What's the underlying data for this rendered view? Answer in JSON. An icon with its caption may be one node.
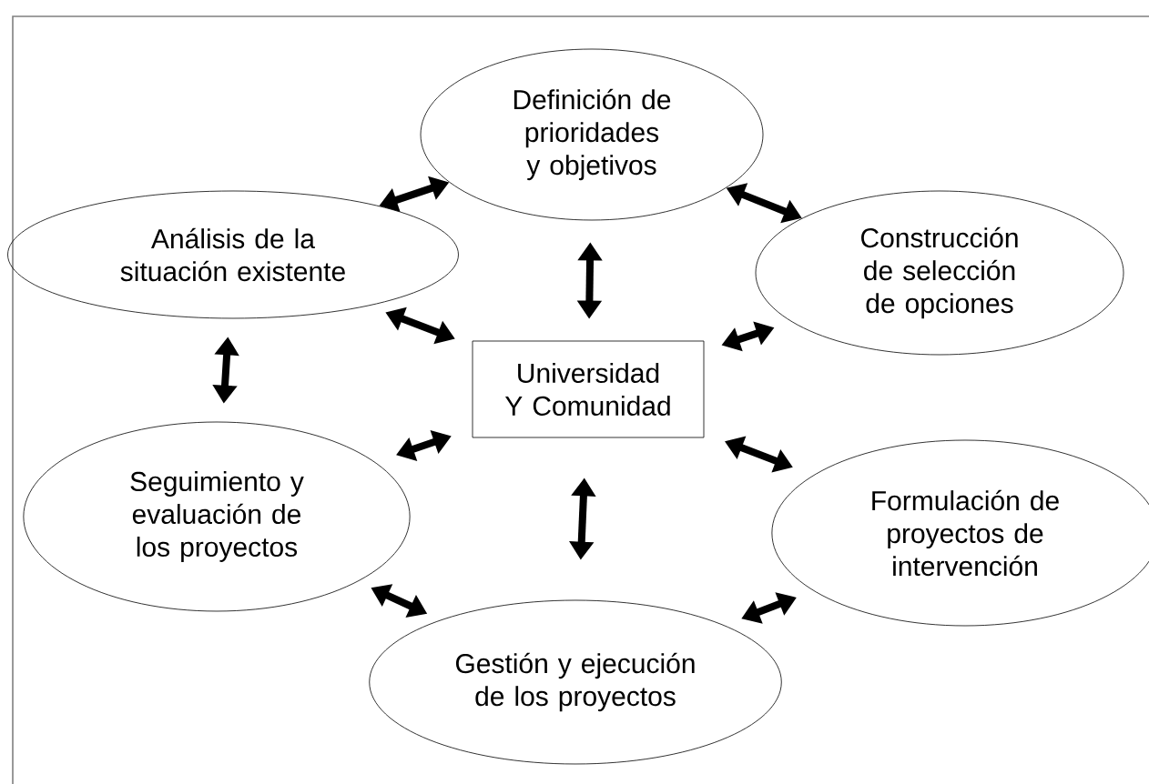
{
  "diagram": {
    "nodes": [
      {
        "text": [
          "Definición de prioridades y objetivos"
        ]
      },
      {
        "text": [
          "Análisis de la situación existente"
        ]
      },
      {
        "text": [
          "Construcción de selección de opciones"
        ]
      },
      {
        "text": [
          "Universidad Y Comunidad"
        ]
      },
      {
        "text": [
          "Seguimiento y evaluación de los proyectos"
        ]
      },
      {
        "text": [
          "Formulación de proyectos de intervención"
        ]
      },
      {
        "text": [
          "Gestión y ejecución de los proyectos"
        ]
      }
    ],
    "edges": [
      {
        "from": 1,
        "to": 0,
        "arrow": "both"
      },
      {
        "from": 0,
        "to": 2,
        "arrow": "both"
      },
      {
        "from": 0,
        "to": 3,
        "arrow": "both"
      },
      {
        "from": 1,
        "to": 3,
        "arrow": "both"
      },
      {
        "from": 2,
        "to": 3,
        "arrow": "both"
      },
      {
        "from": 1,
        "to": 4,
        "arrow": "both"
      },
      {
        "from": 4,
        "to": 3,
        "arrow": "both"
      },
      {
        "from": 3,
        "to": 5,
        "arrow": "both"
      },
      {
        "from": 4,
        "to": 6,
        "arrow": "both"
      },
      {
        "from": 6,
        "to": 3,
        "arrow": "both"
      },
      {
        "from": 6,
        "to": 5,
        "arrow": "both"
      }
    ]
  }
}
